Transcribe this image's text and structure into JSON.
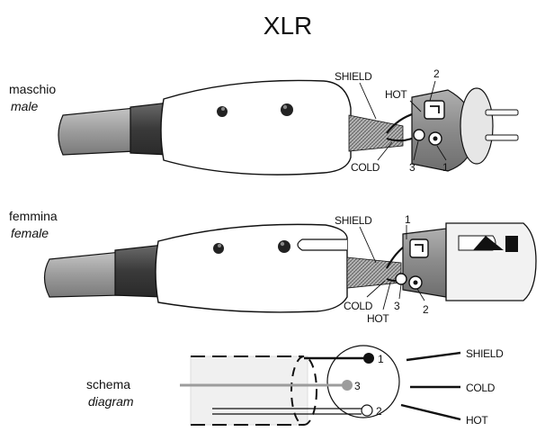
{
  "title": "XLR",
  "male": {
    "label_it": "maschio",
    "label_en": "male",
    "shield": "SHIELD",
    "hot": "HOT",
    "cold": "COLD",
    "pin1": "1",
    "pin2": "2",
    "pin3": "3"
  },
  "female": {
    "label_it": "femmina",
    "label_en": "female",
    "shield": "SHIELD",
    "hot": "HOT",
    "cold": "COLD",
    "pin1": "1",
    "pin2": "2",
    "pin3": "3"
  },
  "schema": {
    "label_it": "schema",
    "label_en": "diagram",
    "shield": "SHIELD",
    "cold": "COLD",
    "hot": "HOT",
    "pin1": "1",
    "pin2": "2",
    "pin3": "3"
  },
  "colors": {
    "line": "#111111",
    "cable_grey": "#9a9a9a",
    "sleeve_dark": "#3a3a3a",
    "plug_grey": "#8c8c8c",
    "face_grey": "#d2d2d2",
    "signal_grey": "#9c9c9c"
  }
}
